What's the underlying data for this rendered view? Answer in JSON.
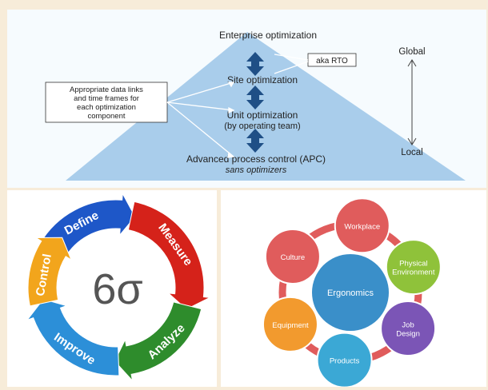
{
  "hierarchy": {
    "levels": [
      "Enterprise optimization",
      "Site optimization",
      "Unit optimization",
      "(by operating team)",
      "Advanced process control (APC)",
      "sans optimizers"
    ],
    "callout_rto": "aka RTO",
    "callout_links": [
      "Appropriate data links",
      "and time frames for",
      "each optimization",
      "component"
    ],
    "scale_top": "Global",
    "scale_bottom": "Local",
    "colors": {
      "triangle": "#a9cdeb",
      "arrow": "#1f4f86",
      "background": "#f6fbfe"
    }
  },
  "six_sigma": {
    "center": "6σ",
    "phases": [
      {
        "label": "Define",
        "color": "#1e57c8"
      },
      {
        "label": "Measure",
        "color": "#d5221a"
      },
      {
        "label": "Analyze",
        "color": "#2e8c2c"
      },
      {
        "label": "Improve",
        "color": "#2c8fd8"
      },
      {
        "label": "Control",
        "color": "#f2a51c"
      }
    ]
  },
  "ergonomics": {
    "center": "Ergonomics",
    "nodes": [
      {
        "label": "Workplace",
        "color": "#e05c5c"
      },
      {
        "label": "Physical Environment",
        "color": "#8fc23a"
      },
      {
        "label": "Job Design",
        "color": "#7b55b6"
      },
      {
        "label": "Products",
        "color": "#3ba8d5"
      },
      {
        "label": "Equipment",
        "color": "#f29a2e"
      },
      {
        "label": "Culture",
        "color": "#e05c5c"
      }
    ],
    "colors": {
      "center": "#3a8fc9",
      "ring": "#e05c5c"
    }
  }
}
